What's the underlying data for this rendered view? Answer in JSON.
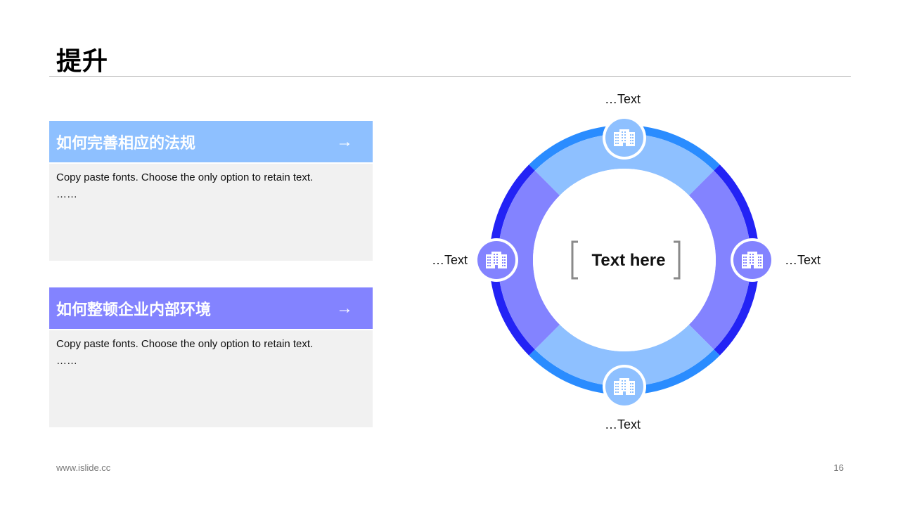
{
  "slide": {
    "title": "提升",
    "footer_left": "www.islide.cc",
    "page_number": "16"
  },
  "cards": [
    {
      "title": "如何完善相应的法规",
      "arrow": "→",
      "body_line1": "Copy paste fonts. Choose the only option to retain text.",
      "body_line2": "……",
      "header_color": "#8ec0ff"
    },
    {
      "title": "如何整顿企业内部环境",
      "arrow": "→",
      "body_line1": "Copy paste fonts. Choose the only option to retain text.",
      "body_line2": "……",
      "header_color": "#8383ff"
    }
  ],
  "diagram": {
    "center_text": "Text here",
    "labels": {
      "top": "…Text",
      "right": "…Text",
      "bottom": "…Text",
      "left": "…Text"
    },
    "colors": {
      "light_blue": "#8ec0ff",
      "mid_blue": "#2a8cff",
      "lavender": "#8383ff",
      "deep_blue": "#2323f5",
      "bracket": "#8a8a8a"
    },
    "icons": {
      "top": "building-icon",
      "right": "building-icon",
      "bottom": "building-icon",
      "left": "building-icon"
    }
  }
}
